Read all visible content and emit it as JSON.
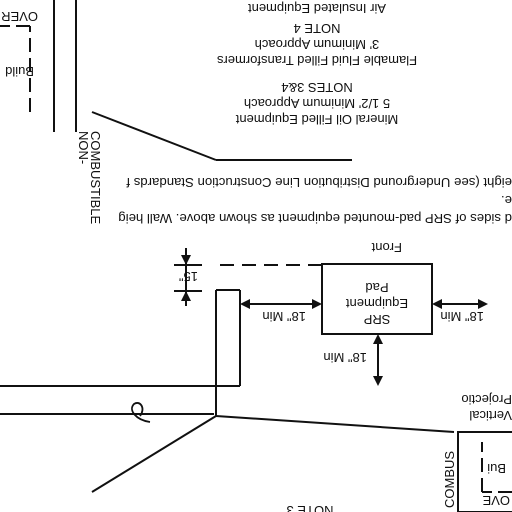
{
  "labels": {
    "combustible_top": "COMBUS",
    "ove_top": "OVE",
    "bui_top": "Bui",
    "vertical": "Vertical",
    "projection": "Projectio",
    "min_top": "18\" Min",
    "min_left": "18\" Min",
    "min_right": "18\" Min",
    "pad_line1": "SRP",
    "pad_line2": "Equipment",
    "pad_line3": "Pad",
    "front": "Front",
    "fifteen": "15\"",
    "para_line1": "d sides of SRP pad-mounted equipment as shown above. Wall heig",
    "para_line2": "e.",
    "para_line3": "eight (see Underground Distribution Line Construction Standards f",
    "mineral_title": "Mineral Oil Filled Equipment",
    "mineral_line2": "5 1/2' Minimum Approach",
    "mineral_line3": "NOTES 3&4",
    "flam_line1": "Flamable Fluid Filled Transformers",
    "flam_line2": "3' Minimum Approach",
    "flam_line3": "NOTE 4",
    "air_line1": "Air Insulated Equipment",
    "non_line1": "NON-",
    "non_line2": "COMBUSTIBLE",
    "over_bottom": "OVER",
    "build_bottom": "Build",
    "note_bottom": "NOTE 3"
  }
}
